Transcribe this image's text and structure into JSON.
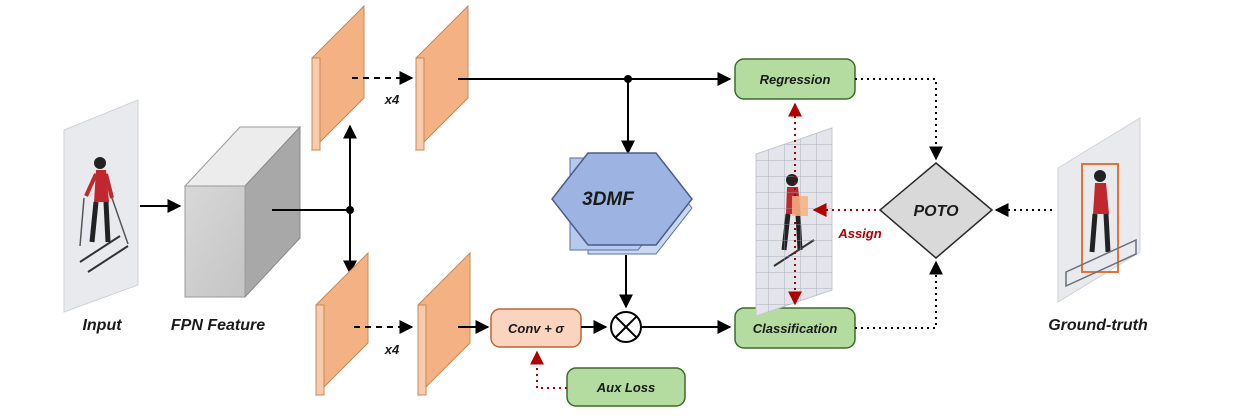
{
  "labels": {
    "input": "Input",
    "fpn": "FPN Feature",
    "x4_top": "x4",
    "x4_bottom": "x4",
    "dmf": "3DMF",
    "conv": "Conv + σ",
    "aux": "Aux Loss",
    "regression": "Regression",
    "classification": "Classification",
    "assign": "Assign",
    "poto": "POTO",
    "gt": "Ground-truth"
  },
  "colors": {
    "feature_map_face": "#f4b183",
    "feature_map_side": "#f8cbad",
    "green_box": "#b4dba0",
    "hexagon": "#9db4e3",
    "poto_diamond": "#d9d9d9",
    "assign_red": "#b00000"
  },
  "icons": {
    "multiply": "circle-times-icon",
    "skier_input": "skier-photo-icon",
    "skier_gt": "skier-groundtruth-photo-icon",
    "grid_assign": "grid-skier-photo-icon"
  }
}
